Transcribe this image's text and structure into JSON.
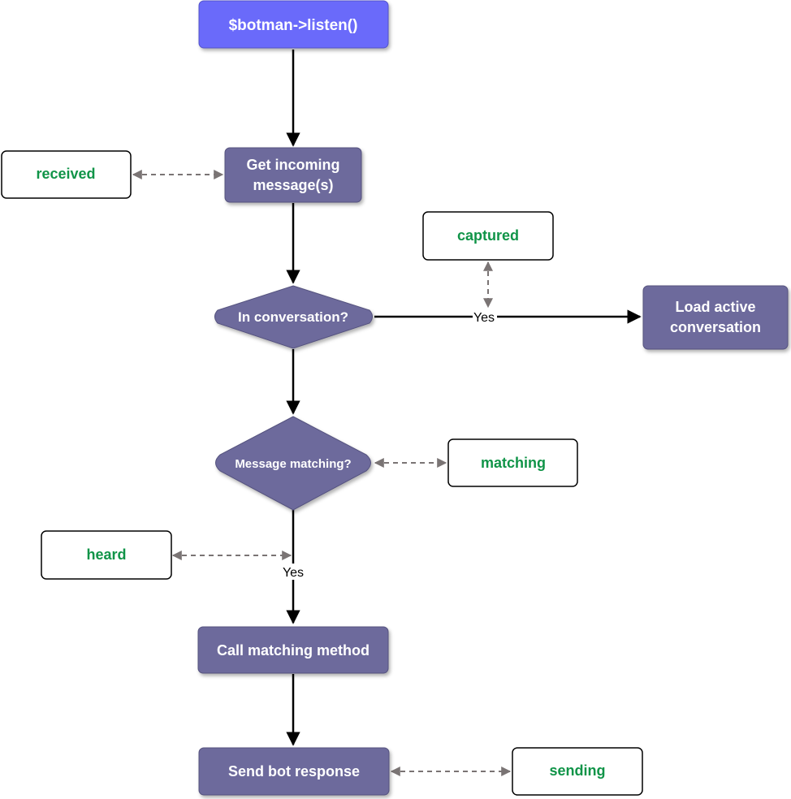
{
  "colors": {
    "start_fill": "#6b6bfa",
    "process_fill": "#6d6a9c",
    "event_text": "#109448",
    "event_border": "#000000",
    "flow_arrow": "#000000",
    "dashed_arrow": "#7a7474"
  },
  "nodes": {
    "listen": "$botman->listen()",
    "get_incoming_line1": "Get incoming",
    "get_incoming_line2": "message(s)",
    "in_conversation": "In conversation?",
    "load_active_line1": "Load active",
    "load_active_line2": "conversation",
    "message_matching": "Message matching?",
    "call_matching": "Call matching method",
    "send_response": "Send bot response"
  },
  "events": {
    "received": "received",
    "captured": "captured",
    "matching": "matching",
    "heard": "heard",
    "sending": "sending"
  },
  "edge_labels": {
    "conversation_yes": "Yes",
    "matching_yes": "Yes"
  }
}
